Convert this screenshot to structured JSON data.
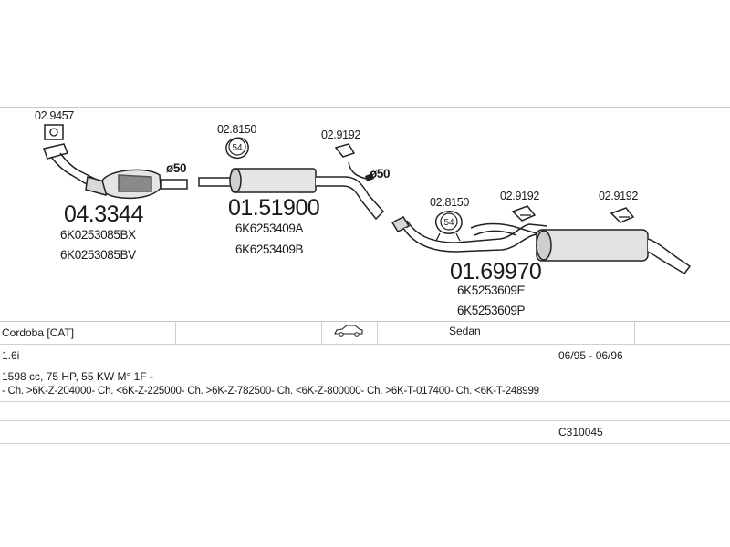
{
  "diagram": {
    "parts": [
      {
        "number": "04.3344",
        "refs": [
          "6K0253085BX",
          "6K0253085BV"
        ]
      },
      {
        "number": "01.51900",
        "refs": [
          "6K6253409A",
          "6K6253409B"
        ]
      },
      {
        "number": "01.69970",
        "refs": [
          "6K5253609E",
          "6K5253609P"
        ]
      }
    ],
    "accessories": {
      "gasket_front": "02.9457",
      "hanger_mid": "02.8150",
      "clamp_mid": "02.9192",
      "hanger_rear": "02.8150",
      "clamp_rear_1": "02.9192",
      "clamp_rear_2": "02.9192"
    },
    "diameters": {
      "d1": "ø50",
      "d2": "ø50"
    },
    "hanger_badge": "54"
  },
  "table": {
    "model": "Cordoba  [CAT]",
    "body_type": "Sedan",
    "engine": "1.6i",
    "period": "06/95 - 06/96",
    "spec": "1598 cc, 75 HP, 55 KW M° 1F -",
    "chassis": "- Ch. >6K-Z-204000- Ch. <6K-Z-225000- Ch. >6K-Z-782500- Ch. <6K-Z-800000- Ch. >6K-T-017400- Ch. <6K-T-248999",
    "code": "C310045"
  }
}
